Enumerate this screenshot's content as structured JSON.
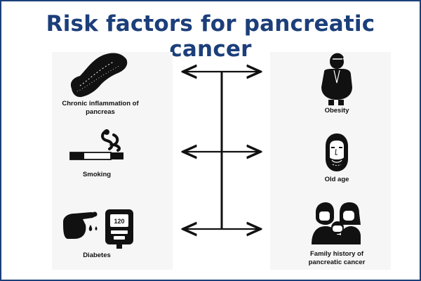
{
  "title": "Risk factors for pancreatic cancer",
  "factors": {
    "pancreatitis": "Chronic inflammation of pancreas",
    "smoking": "Smoking",
    "diabetes": "Diabetes",
    "obesity": "Obesity",
    "old_age": "Old age",
    "family_history": "Family history of pancreatic cancer"
  },
  "glucose_meter_reading": "120",
  "colors": {
    "title": "#1c3f7a",
    "border": "#1c3f7a",
    "icon": "#111111"
  },
  "icons": [
    "pancreas-icon",
    "cigarette-icon",
    "finger-prick-icon",
    "glucose-meter-icon",
    "obese-person-icon",
    "old-man-icon",
    "family-icon"
  ]
}
